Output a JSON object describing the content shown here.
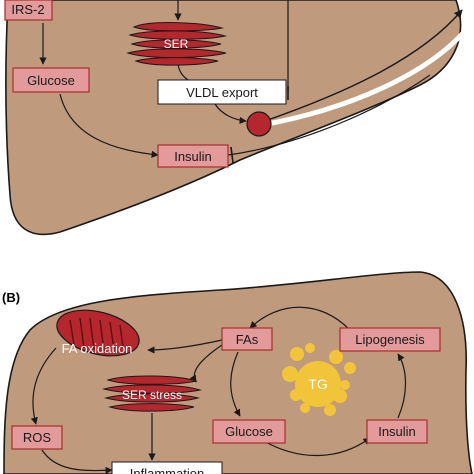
{
  "panels": {
    "b": {
      "label": "(B)"
    }
  },
  "panel_a": {
    "nodes": {
      "irs2": "IRS-2",
      "glucose": "Glucose",
      "ser": "SER",
      "vldl_export": "VLDL export",
      "insulin": "Insulin"
    }
  },
  "panel_b": {
    "nodes": {
      "fas": "FAs",
      "fa_oxidation": "FA oxidation",
      "ser_stress": "SER stress",
      "ros": "ROS",
      "glucose": "Glucose",
      "tg": "TG",
      "lipogenesis": "Lipogenesis",
      "insulin": "Insulin",
      "inflammation": "Inflammation"
    }
  },
  "colors": {
    "liver_fill": "#c09a7c",
    "liver_stroke": "#1a1a1a",
    "box_fill": "#e29a9a",
    "box_stroke": "#a82c2c",
    "organelle_fill": "#b5272d",
    "tg_droplet": "#f2c43a",
    "white_box": "#ffffff"
  }
}
